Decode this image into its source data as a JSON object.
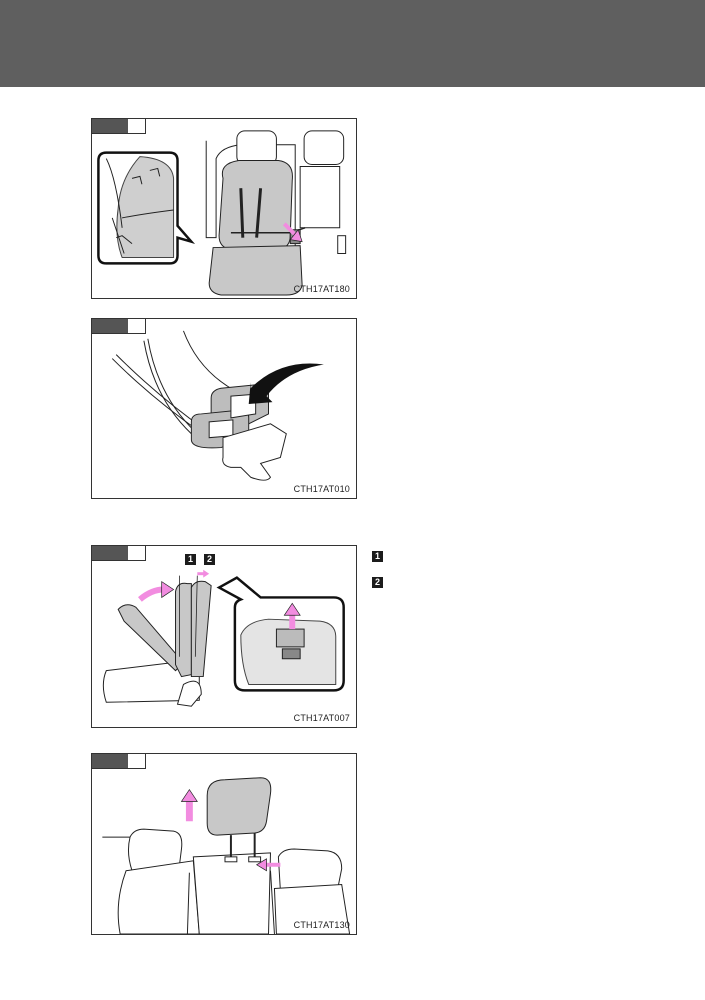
{
  "figures": [
    {
      "code": "CTH17AT180"
    },
    {
      "code": "CTH17AT010"
    },
    {
      "code": "CTH17AT007",
      "callouts": [
        "1",
        "2"
      ]
    },
    {
      "code": "CTH17AT130"
    }
  ],
  "side_markers": [
    "1",
    "2"
  ],
  "colors": {
    "header": "#5f5f5f",
    "arrow": "#f28ce0",
    "seat_gray": "#c8c8c8"
  }
}
